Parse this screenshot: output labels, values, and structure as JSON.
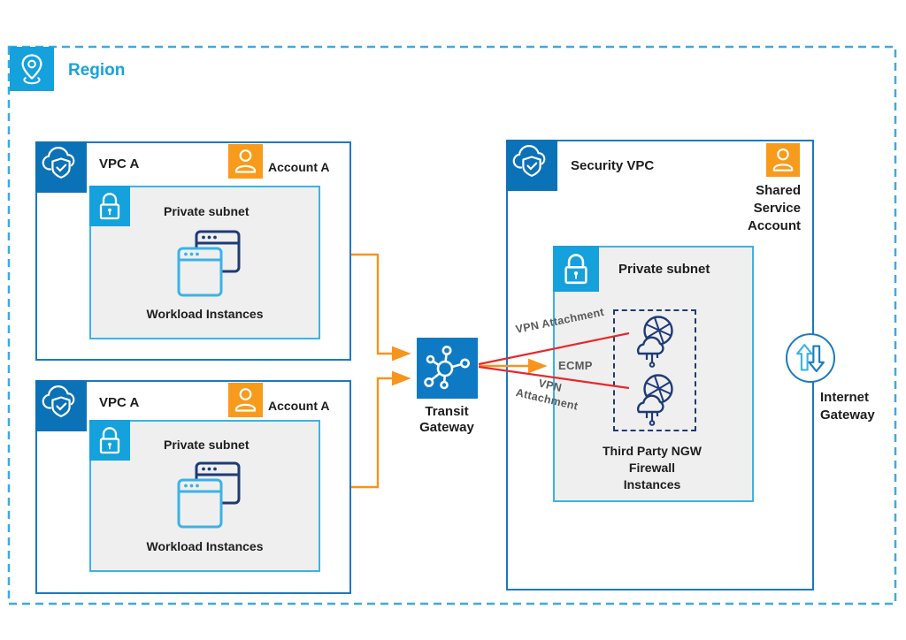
{
  "region": {
    "label": "Region"
  },
  "vpcs": [
    {
      "title": "VPC A",
      "account": "Account A",
      "subnet_title": "Private subnet",
      "instances": "Workload Instances"
    },
    {
      "title": "VPC A",
      "account": "Account A",
      "subnet_title": "Private subnet",
      "instances": "Workload Instances"
    }
  ],
  "transit_gateway": {
    "label": "Transit Gateway"
  },
  "security_vpc": {
    "title": "Security VPC",
    "account": "Shared Service Account",
    "subnet_title": "Private subnet",
    "firewall": "Third Party NGW Firewall Instances"
  },
  "internet_gateway": {
    "label": "Internet Gateway"
  },
  "connections": {
    "vpn_top": "VPN Attachment",
    "ecmp": "ECMP",
    "vpn_bottom": "VPN Attachment"
  },
  "icons": {
    "region": "location-pin-icon",
    "vpc": "cloud-shield-icon",
    "account": "person-icon",
    "subnet": "lock-icon",
    "workload": "app-windows-icon",
    "transit_gateway": "network-hub-icon",
    "firewall": "globe-cloud-firewall-icon",
    "internet_gateway": "up-down-arrows-icon"
  },
  "colors": {
    "region_border": "#3fa9e1",
    "region_label": "#17a3dc",
    "vpc_icon_blue": "#0b72b8",
    "transit_gateway_blue": "#0e7ac4",
    "box_border_blue": "#1a7ac2",
    "lock_icon_blue": "#14a1dc",
    "subnet_border_blue": "#3ab3e8",
    "subnet_background": "#efefef",
    "navy": "#1e3a78",
    "account_orange": "#f89b1b",
    "arrow_orange": "#f7941e",
    "vpn_red": "#e8282d",
    "label_gray": "#58595b",
    "text_black": "#1d1d1f"
  }
}
